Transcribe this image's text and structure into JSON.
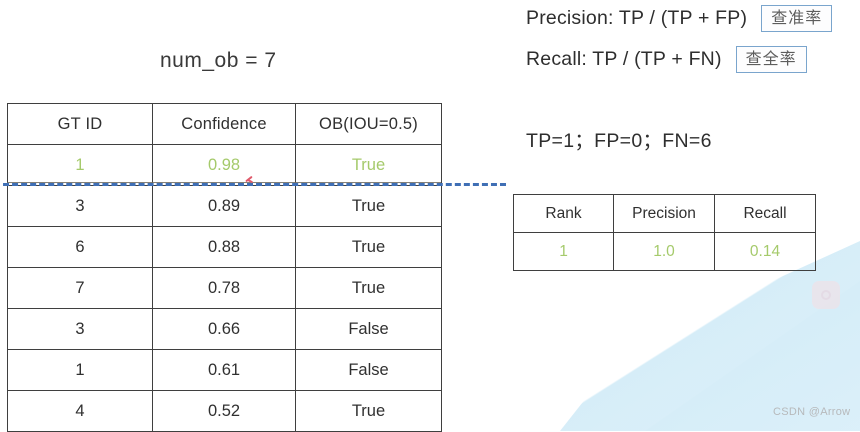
{
  "title": {
    "num_ob": "num_ob = 7"
  },
  "formulas": {
    "precision": {
      "text": "Precision: TP / (TP + FP)",
      "tag": "查准率"
    },
    "recall": {
      "text": "Recall: TP / (TP + FN)",
      "tag": "查全率"
    },
    "counts": "TP=1；FP=0；FN=6"
  },
  "detections_table": {
    "headers": [
      "GT ID",
      "Confidence",
      "OB(IOU=0.5)"
    ],
    "rows": [
      {
        "gt_id": "1",
        "confidence": "0.98",
        "ob": "True",
        "highlight": true
      },
      {
        "gt_id": "3",
        "confidence": "0.89",
        "ob": "True",
        "highlight": false
      },
      {
        "gt_id": "6",
        "confidence": "0.88",
        "ob": "True",
        "highlight": false
      },
      {
        "gt_id": "7",
        "confidence": "0.78",
        "ob": "True",
        "highlight": false
      },
      {
        "gt_id": "3",
        "confidence": "0.66",
        "ob": "False",
        "highlight": false
      },
      {
        "gt_id": "1",
        "confidence": "0.61",
        "ob": "False",
        "highlight": false
      },
      {
        "gt_id": "4",
        "confidence": "0.52",
        "ob": "True",
        "highlight": false
      }
    ]
  },
  "results_table": {
    "headers": [
      "Rank",
      "Precision",
      "Recall"
    ],
    "rows": [
      {
        "rank": "1",
        "precision": "1.0",
        "recall": "0.14"
      }
    ]
  },
  "watermark": {
    "text": "CSDN @Arrow"
  },
  "colors": {
    "highlight_green": "#a5ca6b",
    "cut_line_blue": "#3f6fb5",
    "tag_border_blue": "#7aa5cd",
    "table_border": "#3f3f3f",
    "decor_blue": "#d8eef9",
    "marker_red": "#e05a6b"
  }
}
